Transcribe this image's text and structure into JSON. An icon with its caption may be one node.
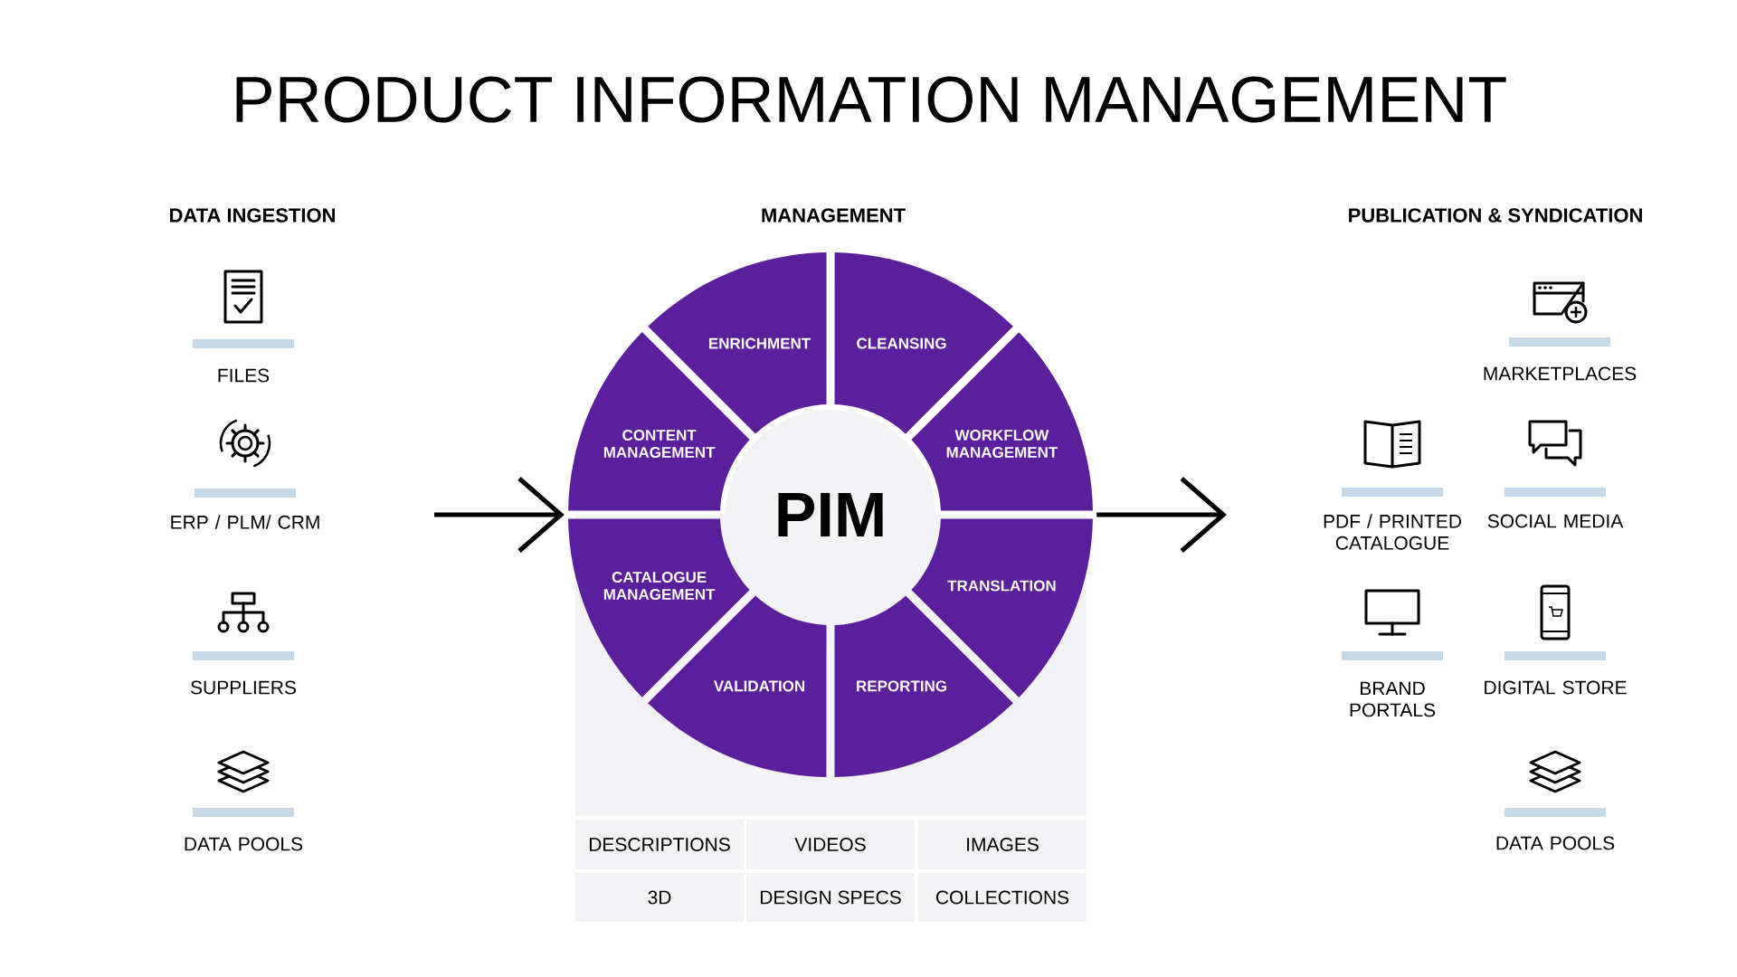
{
  "diagram": {
    "title": "PRODUCT INFORMATION MANAGEMENT",
    "nodes": [
      {
        "text": [
          "FILES"
        ]
      },
      {
        "text": [
          "ERP / PLM/ CRM"
        ]
      },
      {
        "text": [
          "SUPPLIERS"
        ]
      },
      {
        "text": [
          "DATA POOLS"
        ]
      },
      {
        "text": [],
        "shape": "circle"
      },
      {
        "text": [
          "PIM"
        ],
        "in": 4
      },
      {
        "text": [
          "ENRICHMENT"
        ],
        "in": 4
      },
      {
        "text": [
          "CLEANSING"
        ],
        "in": 4
      },
      {
        "text": [
          "CONTENT MANAGEMENT"
        ],
        "in": 4
      },
      {
        "text": [
          "WORKFLOW MANAGEMENT"
        ],
        "in": 4
      },
      {
        "text": [
          "CATALOGUE MANAGEMENT"
        ],
        "in": 4
      },
      {
        "text": [
          "TRANSLATION"
        ],
        "in": 4
      },
      {
        "text": [
          "VALIDATION"
        ],
        "in": 4
      },
      {
        "text": [
          "REPORTING"
        ],
        "in": 4
      },
      {
        "text": [
          "DESCRIPTIONS"
        ]
      },
      {
        "text": [
          "VIDEOS"
        ]
      },
      {
        "text": [
          "IMAGES"
        ]
      },
      {
        "text": [
          "3D"
        ]
      },
      {
        "text": [
          "DESIGN SPECS"
        ]
      },
      {
        "text": [
          "COLLECTIONS"
        ]
      },
      {
        "text": [
          "MARKETPLACES"
        ]
      },
      {
        "text": [
          "PDF / PRINTED CATALOGUE"
        ]
      },
      {
        "text": [
          "SOCIAL MEDIA"
        ]
      },
      {
        "text": [
          "BRAND PORTALS"
        ]
      },
      {
        "text": [
          "DIGITAL STORE"
        ]
      },
      {
        "text": [
          "DATA POOLS"
        ]
      }
    ],
    "edges": [
      {
        "from": null,
        "to": 4,
        "arrow": "to"
      },
      {
        "from": 4,
        "to": null,
        "arrow": "to"
      }
    ],
    "labels": [
      "DATA INGESTION",
      "MANAGEMENT",
      "PUBLICATION & SYNDICATION"
    ]
  }
}
